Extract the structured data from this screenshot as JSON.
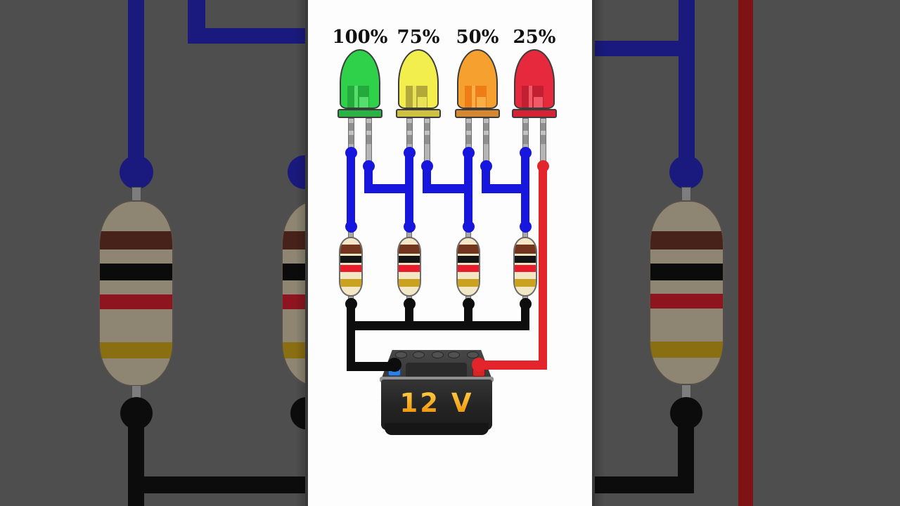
{
  "frame": {
    "type": "vertical-video-circuit-diagram",
    "center_background": "#fdfdfd",
    "side_background": "#4e4e4e"
  },
  "leds": [
    {
      "label": "100%",
      "color_name": "green",
      "colors": {
        "body": "#2fd14b",
        "flange": "#2bb244",
        "chip": "#23a93c",
        "notch": "#55de6c"
      }
    },
    {
      "label": "75%",
      "color_name": "yellow",
      "colors": {
        "body": "#f2ee4e",
        "flange": "#cfc243",
        "chip": "#b3a93a",
        "notch": "#e8e455"
      }
    },
    {
      "label": "50%",
      "color_name": "orange",
      "colors": {
        "body": "#f5a02f",
        "flange": "#d5882f",
        "chip": "#ee7d18",
        "notch": "#f9af45"
      }
    },
    {
      "label": "25%",
      "color_name": "red",
      "colors": {
        "body": "#e6293c",
        "flange": "#d62334",
        "chip": "#c21f33",
        "notch": "#f05a66"
      }
    }
  ],
  "resistors": {
    "count": 4,
    "band_colors": [
      "brown",
      "black",
      "red",
      "gold"
    ]
  },
  "battery": {
    "label": "12 V",
    "negative_terminal": "black",
    "positive_terminal": "red"
  },
  "palette": {
    "panel_bg": "#4e4e4e",
    "strip_bg": "#fdfdfd",
    "wire_blue": "#1616dd",
    "wire_black": "#0d0d0d",
    "wire_red": "#e3242b",
    "wire_navy_dim": "#1a1a7e",
    "wire_black_dim": "#0c0c0c",
    "wire_red_dim": "#7e1316",
    "lead": "#a8a8a8",
    "lead_dim": "#7d7d7d",
    "resistor_body": "#f4e7c5",
    "resistor_body_dim": "#8e8672",
    "band_brown": "#74351f",
    "band_black": "#141414",
    "band_red": "#e81c2c",
    "band_gold": "#c9a21f",
    "band_brown_dim": "#46221a",
    "band_black_dim": "#0b0b0b",
    "band_red_dim": "#8e1520",
    "band_gold_dim": "#8a6e12",
    "battery_text_top": "#ffd24a",
    "battery_text_bottom": "#ef8a00",
    "bolt_blue": "#2d7fe0",
    "bolt_red": "#d42525"
  }
}
